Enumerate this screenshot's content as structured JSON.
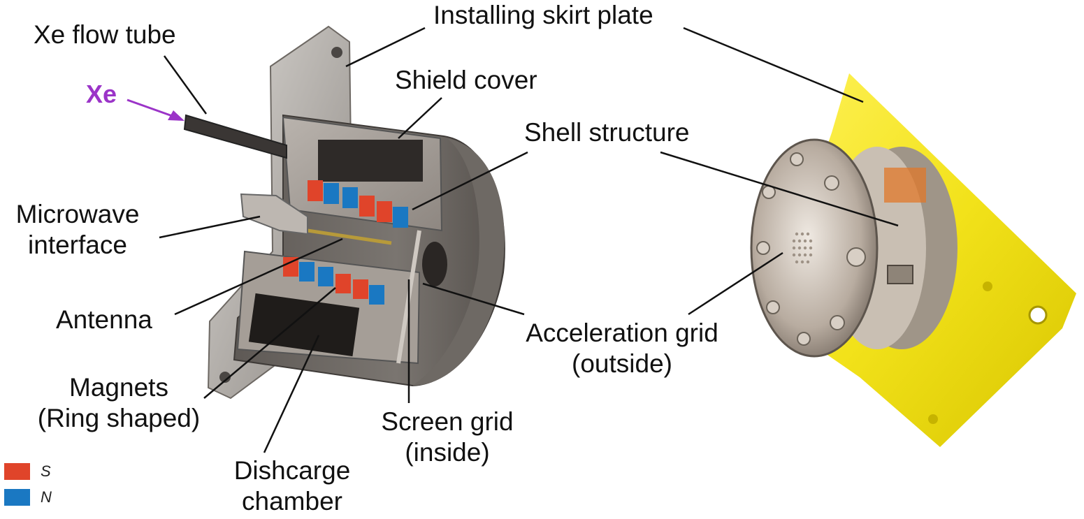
{
  "labels": {
    "installing_skirt_plate": "Installing skirt plate",
    "xe_flow_tube": "Xe flow tube",
    "xe": "Xe",
    "shield_cover": "Shield cover",
    "shell_structure": "Shell structure",
    "microwave_interface_1": "Microwave",
    "microwave_interface_2": "interface",
    "antenna": "Antenna",
    "acceleration_grid_1": "Acceleration grid",
    "acceleration_grid_2": "(outside)",
    "magnets_1": "Magnets",
    "magnets_2": "(Ring shaped)",
    "screen_grid_1": "Screen grid",
    "screen_grid_2": "(inside)",
    "discharge_chamber_1": "Dishcarge",
    "discharge_chamber_2": "chamber"
  },
  "legend": [
    {
      "label": "S",
      "color": "#e0442a"
    },
    {
      "label": "N",
      "color": "#1a78c2"
    }
  ],
  "colors": {
    "xe_accent": "#9b34c8",
    "magnet_s": "#e0442a",
    "magnet_n": "#1a78c2",
    "skirt_plate_photo": "#f2e21a"
  }
}
